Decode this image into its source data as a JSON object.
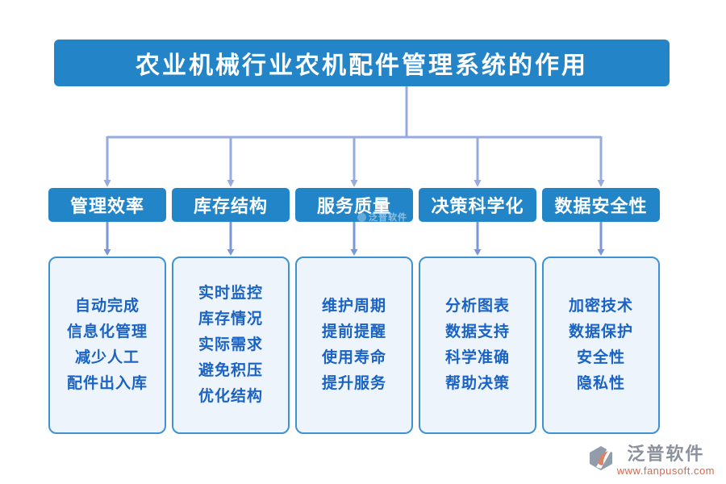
{
  "title": "农业机械行业农机配件管理系统的作用",
  "columns": [
    {
      "label": "管理效率",
      "details": [
        "自动完成",
        "信息化管理",
        "减少人工",
        "配件出入库"
      ]
    },
    {
      "label": "库存结构",
      "details": [
        "实时监控",
        "库存情况",
        "实际需求",
        "避免积压",
        "优化结构"
      ]
    },
    {
      "label": "服务质量",
      "details": [
        "维护周期",
        "提前提醒",
        "使用寿命",
        "提升服务"
      ]
    },
    {
      "label": "决策科学化",
      "details": [
        "分析图表",
        "数据支持",
        "科学准确",
        "帮助决策"
      ]
    },
    {
      "label": "数据安全性",
      "details": [
        "加密技术",
        "数据保护",
        "安全性",
        "隐私性"
      ]
    }
  ],
  "watermark": {
    "text": "泛普软件"
  },
  "footer": {
    "brand": "泛普软件",
    "url": "www.fanpusoft.com"
  },
  "colors": {
    "box_blue": "#2385c8",
    "connector_light": "#96abe0",
    "connector_arrow": "#7b97d8",
    "detail_fill": "#edf4fb",
    "detail_border": "#3f92d2",
    "detail_text": "#1a63c5",
    "footer_gray": "#8b929c",
    "footer_url_red": "#cf6b52"
  }
}
